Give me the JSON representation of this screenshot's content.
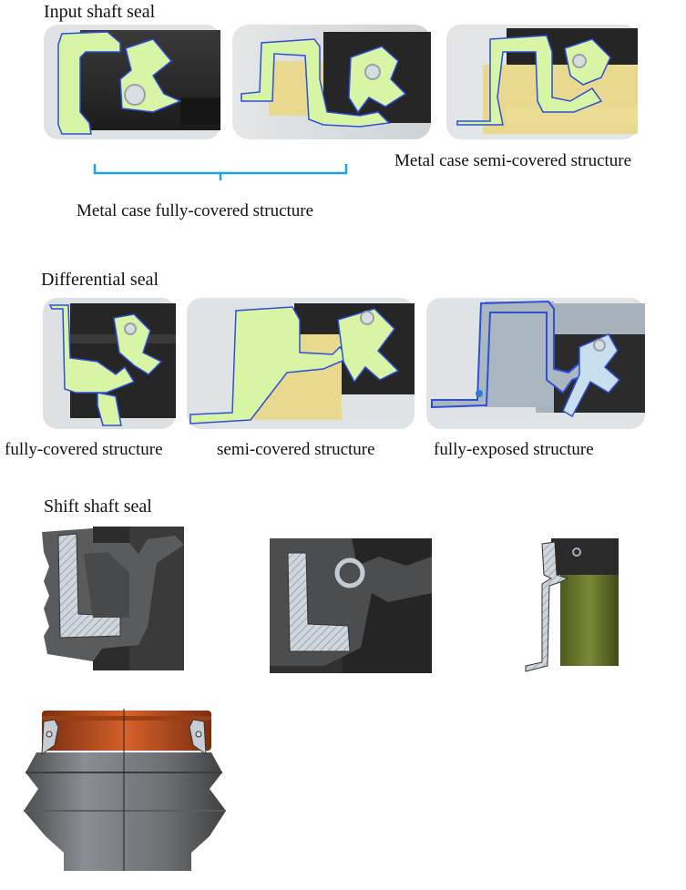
{
  "sections": {
    "input_shaft": {
      "heading": "Input shaft seal",
      "caption_full": "Metal case fully-covered structure",
      "caption_semi": "Metal case semi-covered structure"
    },
    "differential": {
      "heading": "Differential seal",
      "caption_full": "fully-covered structure",
      "caption_semi": "semi-covered structure",
      "caption_exposed": "fully-exposed structure"
    },
    "shift_shaft": {
      "heading": "Shift shaft seal"
    }
  },
  "colors": {
    "rubber_green": "#d8f5a6",
    "outline_blue": "#2e4fd6",
    "bracket_blue": "#1aa3e8",
    "metal_yellow": "#e8d98e",
    "dark_body": "#2b2b2b",
    "boot_orange": "#c9551f",
    "boot_gray": "#6d7073"
  }
}
